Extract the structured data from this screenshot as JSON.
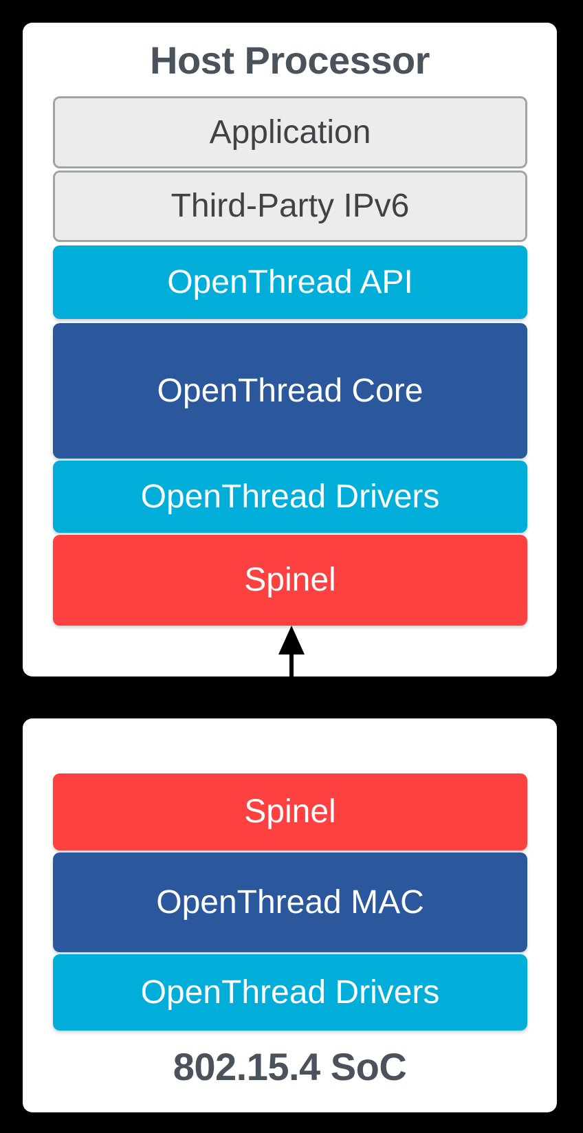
{
  "diagram": {
    "host": {
      "title": "Host Processor",
      "layers": [
        {
          "label": "Application",
          "style": "gray"
        },
        {
          "label": "Third-Party IPv6",
          "style": "gray"
        },
        {
          "label": "OpenThread API",
          "style": "cyan"
        },
        {
          "label": "OpenThread Core",
          "style": "blue"
        },
        {
          "label": "OpenThread Drivers",
          "style": "cyan"
        },
        {
          "label": "Spinel",
          "style": "red"
        }
      ]
    },
    "soc": {
      "title": "802.15.4 SoC",
      "layers": [
        {
          "label": "Spinel",
          "style": "red"
        },
        {
          "label": "OpenThread MAC",
          "style": "blue"
        },
        {
          "label": "OpenThread Drivers",
          "style": "cyan"
        }
      ]
    },
    "connector": "bidirectional-vertical-arrow linking Spinel layers",
    "colors": {
      "background": "#000000",
      "cyan": "#00aed9",
      "blue": "#2b589c",
      "red": "#fd4141",
      "gray_fill": "#ececec",
      "gray_border": "#a1a4a7",
      "gray_text": "#3f4346",
      "title_text": "#4a525b",
      "white_text": "#ffffff",
      "arrow": "#000000"
    }
  }
}
